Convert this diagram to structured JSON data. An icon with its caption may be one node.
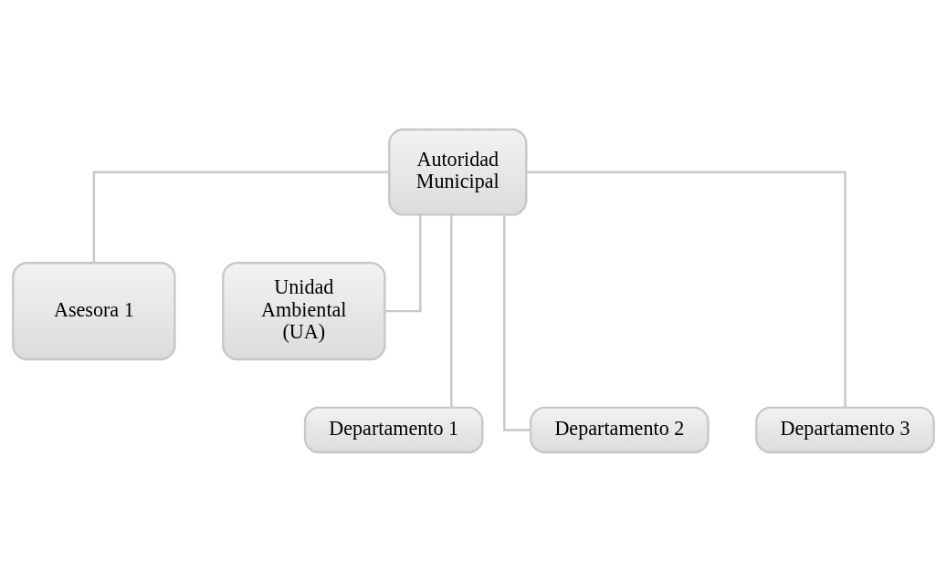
{
  "diagram": {
    "nodes": [
      {
        "text": [
          "Autoridad Municipal"
        ]
      },
      {
        "text": [
          "Asesora 1"
        ]
      },
      {
        "text": [
          "Unidad Ambiental (UA)"
        ]
      },
      {
        "text": [
          "Departamento 1"
        ]
      },
      {
        "text": [
          "Departamento 2"
        ]
      },
      {
        "text": [
          "Departamento 3"
        ]
      }
    ],
    "edges": [
      {
        "from": 0,
        "to": 1,
        "arrow": "none"
      },
      {
        "from": 0,
        "to": 2,
        "arrow": "none"
      },
      {
        "from": 0,
        "to": 3,
        "arrow": "none"
      },
      {
        "from": 0,
        "to": 4,
        "arrow": "none"
      },
      {
        "from": 0,
        "to": 5,
        "arrow": "none"
      }
    ]
  }
}
